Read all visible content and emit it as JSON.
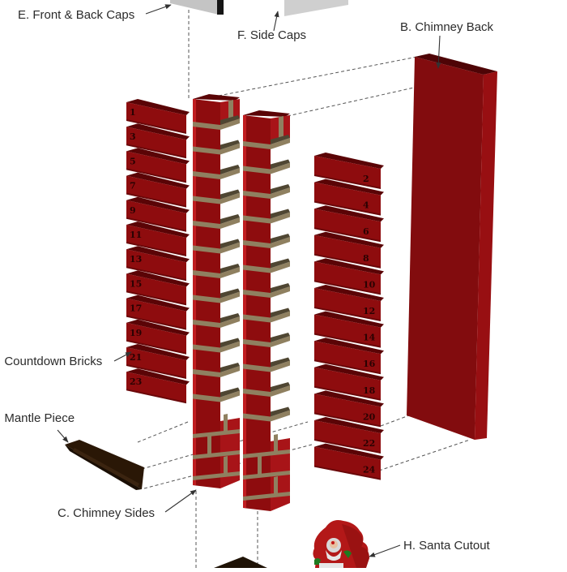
{
  "diagram": {
    "title": "Chimney Advent Calendar – Exploded Assembly View",
    "colors": {
      "brick_front": "#8e0c0e",
      "brick_top": "#5a0406",
      "brick_side": "#a81418",
      "mortar": "#8f8060",
      "mortar_shadow": "#4f4632",
      "cap_gray": "#c9c9c9",
      "cap_dark": "#1a1a1a",
      "mantle": "#2a1a08",
      "santa_red": "#b51a1a",
      "santa_green": "#1f7a1f",
      "leader_line": "#333333"
    },
    "labels": {
      "front_back_caps": "E. Front & Back Caps",
      "side_caps": "F. Side Caps",
      "chimney_back": "B. Chimney Back",
      "countdown_bricks": ". Countdown Bricks",
      "mantle_piece": ". Mantle Piece",
      "chimney_sides": "C. Chimney Sides",
      "santa_cutout": "H. Santa Cutout"
    },
    "parts": [
      {
        "id": "B",
        "name": "Chimney Back"
      },
      {
        "id": "C",
        "name": "Chimney Sides"
      },
      {
        "id": "E",
        "name": "Front & Back Caps"
      },
      {
        "id": "F",
        "name": "Side Caps"
      },
      {
        "id": "H",
        "name": "Santa Cutout"
      }
    ],
    "brick_columns": {
      "odd": [
        "1",
        "3",
        "5",
        "7",
        "9",
        "11",
        "13",
        "15",
        "17",
        "19",
        "21",
        "23"
      ],
      "even": [
        "2",
        "4",
        "6",
        "8",
        "10",
        "12",
        "14",
        "16",
        "18",
        "20",
        "22",
        "24"
      ]
    }
  }
}
